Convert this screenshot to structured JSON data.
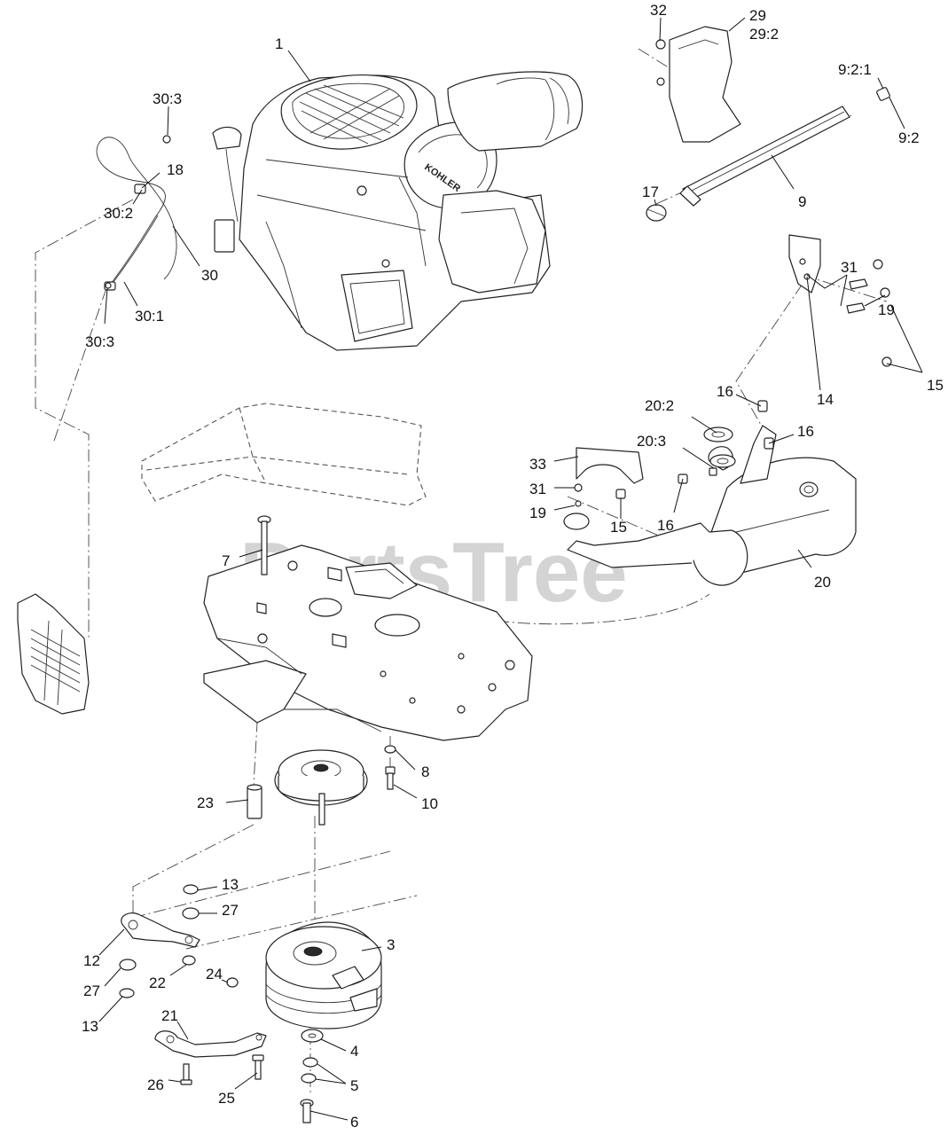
{
  "watermark": "PartsTree",
  "engine_brand": "KOHLER",
  "callouts": {
    "c1": "1",
    "c3": "3",
    "c4": "4",
    "c5": "5",
    "c6": "6",
    "c7": "7",
    "c8": "8",
    "c9": "9",
    "c9_2": "9:2",
    "c9_2_1": "9:2:1",
    "c10": "10",
    "c12": "12",
    "c13a": "13",
    "c13b": "13",
    "c14": "14",
    "c15a": "15",
    "c15b": "15",
    "c16a": "16",
    "c16b": "16",
    "c16c": "16",
    "c17": "17",
    "c18": "18",
    "c19a": "19",
    "c19b": "19",
    "c20": "20",
    "c20_2": "20:2",
    "c20_3": "20:3",
    "c21": "21",
    "c22": "22",
    "c23": "23",
    "c24": "24",
    "c25": "25",
    "c26": "26",
    "c27a": "27",
    "c27b": "27",
    "c29": "29",
    "c29_2": "29:2",
    "c30": "30",
    "c30_1": "30:1",
    "c30_2": "30:2",
    "c30_3a": "30:3",
    "c30_3b": "30:3",
    "c31a": "31",
    "c31b": "31",
    "c32": "32",
    "c33": "33"
  }
}
